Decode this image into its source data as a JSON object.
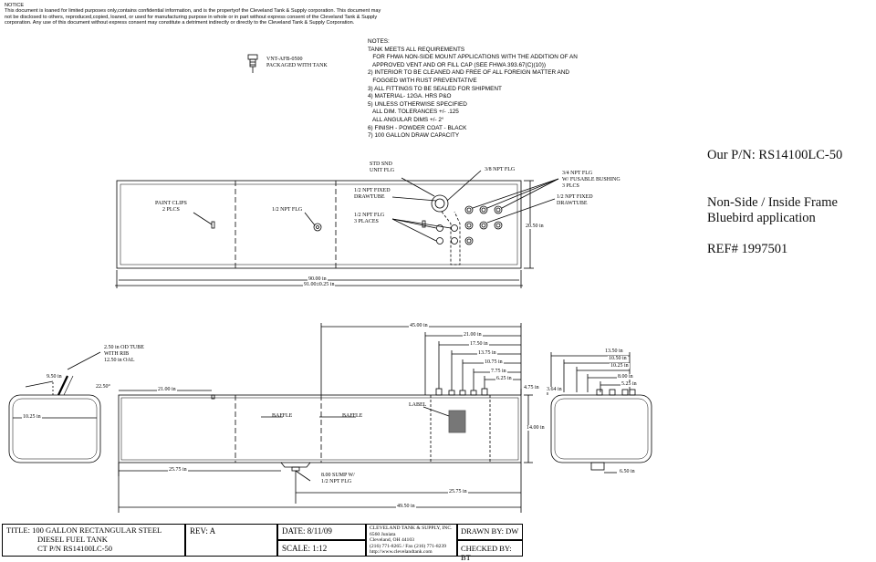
{
  "notice": {
    "heading": "NOTICE",
    "body": "This document is loaned for limited purposes only,contains confidential information, and is the propertyof the Cleveland Tank & Supply corporation. This document may not be disclosed to others, reproduced,copied, loaned, or used for manufacturing purpose in whole or in part without express consent of the Cleveland Tank & Supply corporation. Any use of this document without express consent may constitute a detriment indirectly or directly to the Cleveland Tank & Supply Corporation."
  },
  "vent": {
    "part": "VNT-AFB-0500",
    "note": "PACKAGED WITH TANK"
  },
  "notes": [
    "NOTES:",
    "TANK MEETS ALL REQUIREMENTS",
    "   FOR FHWA NON-SIDE MOUNT APPLICATIONS WITH THE ADDITION OF AN",
    "   APPROVED VENT AND OR FILL CAP (SEE FHWA 393.67(C)(10))",
    "2) INTERIOR TO BE CLEANED AND FREE OF ALL FOREIGN MATTER AND",
    "   FOGGED WITH RUST PREVENTATIVE",
    "3) ALL FITTINGS TO BE SEALED FOR SHIPMENT",
    "4) MATERIAL- 12GA. HRS P&O",
    "5) UNLESS OTHERWISE SPECIFIED",
    "   ALL DIM. TOLERANCES +/- .125",
    "   ALL ANGULAR DIMS +/- 2°",
    "6) FINISH - POWDER COAT - BLACK",
    "7) 100 GALLON DRAW CAPACITY"
  ],
  "info": {
    "pn": "Our P/N:  RS14100LC-50",
    "app1": "Non-Side / Inside Frame",
    "app2": "Bluebird application",
    "ref": "REF# 1997501"
  },
  "top_view": {
    "paint_clips_1": "PAINT CLIPS",
    "paint_clips_2": "2 PLCS",
    "npt_flg": "1/2 NPT FLG",
    "std_snd_1": "STD SND",
    "std_snd_2": "UNIT FLG",
    "fixed_draw_1": "1/2 NPT FIXED",
    "fixed_draw_2": "DRAWTUBE",
    "npt_places_1": "1/2 NPT FLG",
    "npt_places_2": "3 PLACES",
    "npt38": "3/8 NPT FLG",
    "npt34_1": "3/4 NPT FLG",
    "npt34_2": "W/ FUSABLE BUSHING",
    "npt34_3": "3 PLCS",
    "fixed_draw_r1": "1/2 NPT FIXED",
    "fixed_draw_r2": "DRAWTUBE",
    "width_dim": "20.50 in",
    "len_90": "90.00 in",
    "len_91": "91.00±0.25 in"
  },
  "side_view": {
    "d45": "45.00 in",
    "d21": "21.00 in",
    "d1750": "17.50 in",
    "d1375": "13.75 in",
    "d1075": "10.75 in",
    "d775": "7.75 in",
    "d625": "6.25 in",
    "d475": "4.75 in",
    "tube_1": "2.50 in OD TUBE",
    "tube_2": "WITH RIB",
    "tube_3": "12.50 in OAL",
    "d950": "9.50 in",
    "ang": "22.50°",
    "d21b": "21.00 in",
    "d1025": "10.25 in",
    "baffle1": "BAFFLE",
    "baffle2": "BAFFLE",
    "label": "LABEL",
    "d14": "14.00 in",
    "d2575a": "25.75 in",
    "sump_1": "8.00 SUMP W/",
    "sump_2": "1/2 NPT FLG",
    "d2575b": "25.75 in",
    "d4950": "49.50 in",
    "d1350": "13.50 in",
    "d1050": "10.50 in",
    "d1025r": "10.25 in",
    "d800": "8.00 in",
    "d525": "5.25 in",
    "d364": "3.64 in",
    "d650": "6.50 in"
  },
  "title_block": {
    "title_1": "TITLE: 100 GALLON RECTANGULAR STEEL",
    "title_2": "DIESEL FUEL TANK",
    "title_3": "CT P/N RS14100LC-50",
    "rev": "REV: A",
    "date": "DATE: 8/11/09",
    "scale": "SCALE: 1:12",
    "co_1": "CLEVELAND TANK & SUPPLY, INC.",
    "co_2": "6560 Juniata",
    "co_3": "Cleveland, OH 44103",
    "co_4": "(216) 771-8265 / Fax (216) 771-8239",
    "co_5": "http://www.clevelandtank.com",
    "drawn": "DRAWN BY: DW",
    "checked": "CHECKED BY: BT"
  }
}
